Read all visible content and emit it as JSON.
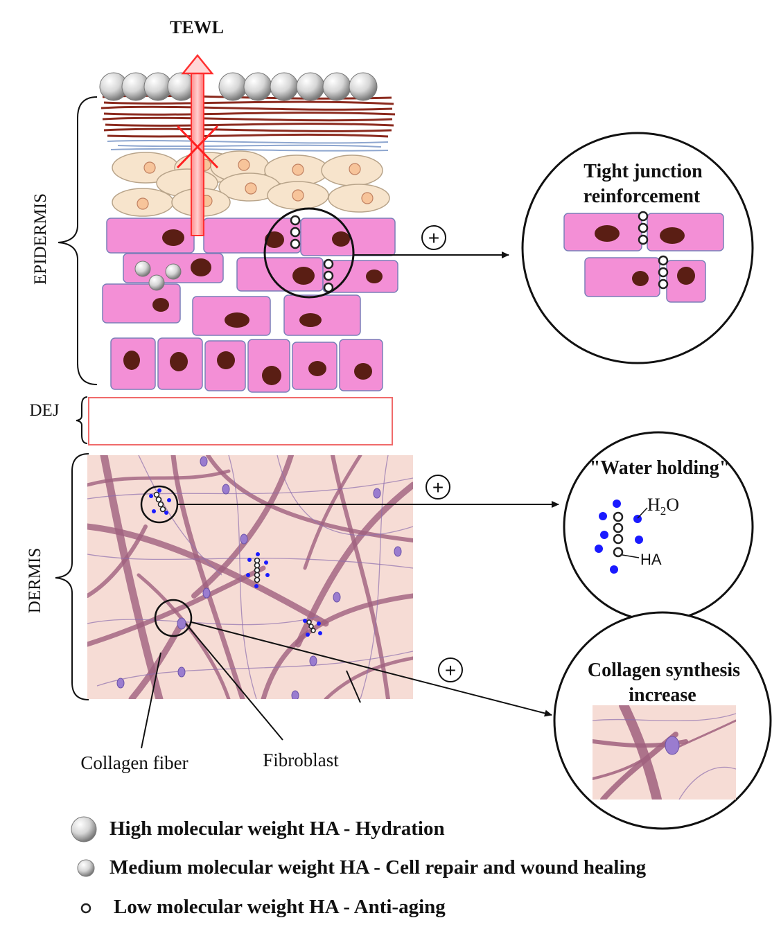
{
  "figure": {
    "tewl_label": "TEWL",
    "layer_labels": {
      "epidermis": "EPIDERMIS",
      "dej": "DEJ",
      "dermis": "DERMIS"
    },
    "callouts": {
      "tight_junction": {
        "line1": "Tight junction",
        "line2": "reinforcement",
        "sign": "+"
      },
      "water_holding": {
        "title": "\"Water holding\"",
        "h2o_main": "H",
        "h2o_sub": "2",
        "h2o_end": "O",
        "ha": "HA",
        "sign": "+"
      },
      "collagen_synthesis": {
        "line1": "Collagen synthesis",
        "line2": "increase",
        "sign": "+"
      }
    },
    "dermis_labels": {
      "collagen_fiber": "Collagen fiber",
      "fibroblast": "Fibroblast"
    }
  },
  "legend": [
    {
      "icon": "large-sphere-icon",
      "text": "High molecular weight HA - Hydration"
    },
    {
      "icon": "medium-sphere-icon",
      "text": "Medium molecular weight HA - Cell repair and wound healing"
    },
    {
      "icon": "small-ring-icon",
      "text": "Low molecular weight HA - Anti-aging"
    }
  ],
  "colors": {
    "cell_pink": "#f38fd6",
    "nucleus": "#5a1e14",
    "stratum_corneum": "#8b2a1e",
    "granular_cell": "#f7e4cc",
    "dermis_bg": "#f6dcd5",
    "collagen": "#a0607e",
    "water": "#1a1aff",
    "tewl_arrow": "#ff6a6a"
  }
}
